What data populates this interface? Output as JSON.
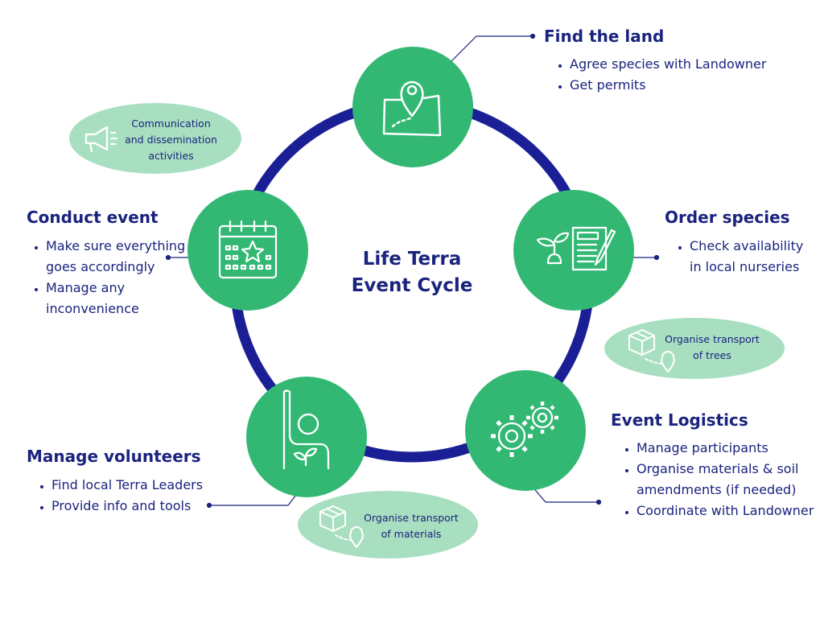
{
  "center": {
    "line1": "Life Terra",
    "line2": "Event Cycle"
  },
  "steps": {
    "find_land": {
      "title": "Find the land",
      "items": [
        "Agree species with Landowner",
        "Get permits"
      ],
      "icon": "map-pin-icon"
    },
    "order_species": {
      "title": "Order species",
      "items": [
        "Check availability in local nurseries"
      ],
      "icon": "seedling-document-icon"
    },
    "event_logistics": {
      "title": "Event Logistics",
      "items": [
        "Manage participants",
        "Organise materials & soil amendments (if needed)",
        "Coordinate with Landowner"
      ],
      "icon": "gears-icon"
    },
    "manage_volunteers": {
      "title": "Manage volunteers",
      "items": [
        "Find local Terra Leaders",
        "Provide info and tools"
      ],
      "icon": "raised-hand-person-icon"
    },
    "conduct_event": {
      "title": "Conduct event",
      "items": [
        "Make sure everything goes accordingly",
        "Manage any inconvenience"
      ],
      "icon": "calendar-star-icon"
    }
  },
  "bubbles": {
    "communication": {
      "line1": "Communication",
      "line2": "and dissemination",
      "line3": "activities",
      "icon": "megaphone-icon"
    },
    "transport_trees": {
      "line1": "Organise transport",
      "line2": "of trees",
      "icon": "box-route-icon"
    },
    "transport_materials": {
      "line1": "Organise transport",
      "line2": "of materials",
      "icon": "box-route-icon"
    }
  },
  "colors": {
    "ring": "#1a1f96",
    "node": "#33b874",
    "bubble": "#a9dfc1",
    "text": "#1a237e",
    "icon_stroke": "#ffffff"
  }
}
